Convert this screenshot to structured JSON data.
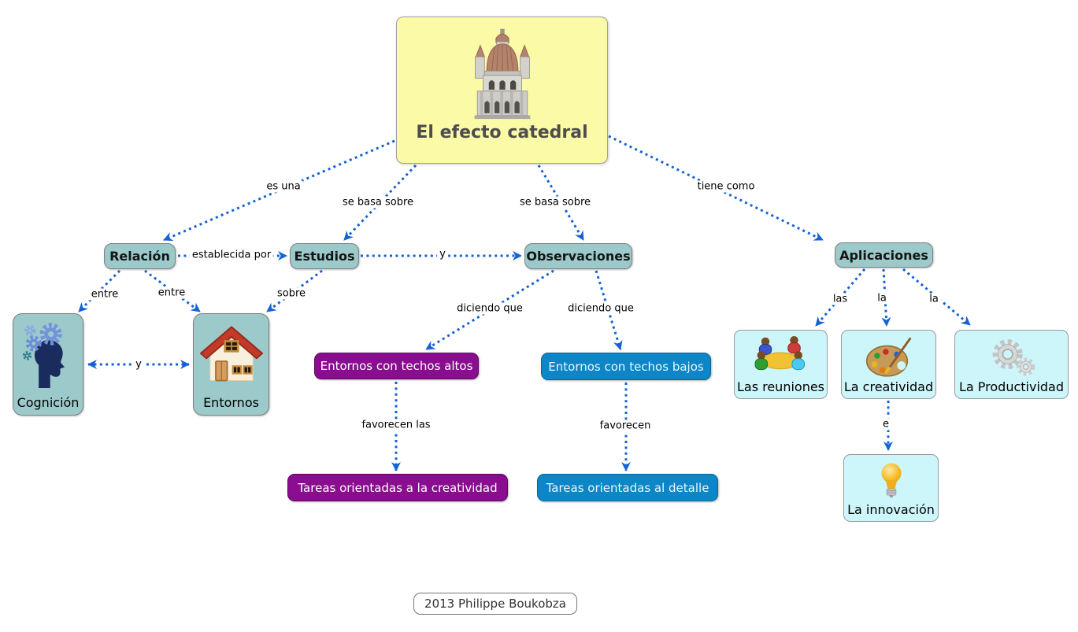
{
  "diagram": {
    "type": "concept-map",
    "topic": "El efecto catedral"
  },
  "colors": {
    "background": "#FFFFFF",
    "root_node_bg": "#FBFAA6",
    "concept_node_bg": "#9CCACA",
    "statement_purple_bg": "#8A0D90",
    "statement_blue_bg": "#0C86C6",
    "application_node_bg": "#CDF6FB",
    "connector_blue": "#1563D2",
    "root_title_text": "#4D4D4D",
    "border_gray": "#7E7E7E"
  },
  "root": {
    "label": "El efecto catedral",
    "icon": "cathedral-icon"
  },
  "nodes": {
    "relacion": {
      "label": "Relación"
    },
    "estudios": {
      "label": "Estudios"
    },
    "observaciones": {
      "label": "Observaciones"
    },
    "aplicaciones": {
      "label": "Aplicaciones"
    },
    "cognicion": {
      "label": "Cognición",
      "icon": "brain-gears-icon"
    },
    "entornos": {
      "label": "Entornos",
      "icon": "house-icon"
    },
    "techos_altos": {
      "label": "Entornos con techos altos",
      "color": "purple"
    },
    "techos_bajos": {
      "label": "Entornos con techos bajos",
      "color": "blue"
    },
    "tareas_creatividad": {
      "label": "Tareas orientadas a la creatividad",
      "color": "purple"
    },
    "tareas_detalle": {
      "label": "Tareas orientadas al detalle",
      "color": "blue"
    },
    "reuniones": {
      "label": "Las reuniones",
      "icon": "meeting-icon"
    },
    "creatividad": {
      "label": "La creatividad",
      "icon": "palette-icon"
    },
    "productividad": {
      "label": "La Productividad",
      "icon": "gears-icon"
    },
    "innovacion": {
      "label": "La innovación",
      "icon": "lightbulb-icon"
    }
  },
  "edges": [
    {
      "from": "el-efecto-catedral",
      "to": "relacion",
      "label": "es una"
    },
    {
      "from": "el-efecto-catedral",
      "to": "estudios",
      "label": "se basa sobre"
    },
    {
      "from": "el-efecto-catedral",
      "to": "observaciones",
      "label": "se basa sobre"
    },
    {
      "from": "el-efecto-catedral",
      "to": "aplicaciones",
      "label": "tiene como"
    },
    {
      "from": "relacion",
      "to": "estudios",
      "label": "establecida por"
    },
    {
      "from": "estudios",
      "to": "observaciones",
      "label": "y"
    },
    {
      "from": "relacion",
      "to": "cognicion",
      "label": "entre"
    },
    {
      "from": "relacion",
      "to": "entornos",
      "label": "entre"
    },
    {
      "from": "estudios",
      "to": "entornos",
      "label": "sobre"
    },
    {
      "from": "cognicion",
      "to": "entornos",
      "label": "y",
      "bidirectional": true
    },
    {
      "from": "observaciones",
      "to": "techos_altos",
      "label": "diciendo que"
    },
    {
      "from": "observaciones",
      "to": "techos_bajos",
      "label": "diciendo que"
    },
    {
      "from": "techos_altos",
      "to": "tareas_creatividad",
      "label": "favorecen las"
    },
    {
      "from": "techos_bajos",
      "to": "tareas_detalle",
      "label": "favorecen"
    },
    {
      "from": "aplicaciones",
      "to": "reuniones",
      "label": "las"
    },
    {
      "from": "aplicaciones",
      "to": "creatividad",
      "label": "la"
    },
    {
      "from": "aplicaciones",
      "to": "productividad",
      "label": "la"
    },
    {
      "from": "creatividad",
      "to": "innovacion",
      "label": "e"
    }
  ],
  "footer": {
    "credit": "2013 Philippe Boukobza"
  }
}
